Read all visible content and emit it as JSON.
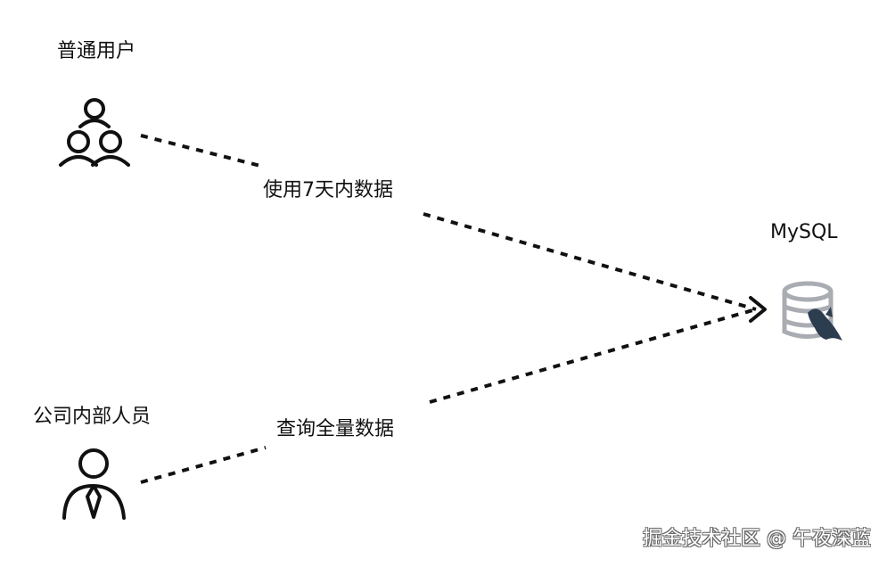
{
  "actors": {
    "regular_user": {
      "label": "普通用户",
      "icon": "group-users-icon"
    },
    "internal_staff": {
      "label": "公司内部人员",
      "icon": "employee-tie-icon"
    }
  },
  "edges": {
    "regular_to_db": {
      "label": "使用7天内数据"
    },
    "internal_to_db": {
      "label": "查询全量数据"
    }
  },
  "database": {
    "label": "MySQL",
    "icon": "mysql-database-icon"
  },
  "watermark": "掘金技术社区 @ 午夜深蓝",
  "colors": {
    "line": "#111111",
    "db_icon_gray": "#a9acb2",
    "db_dolphin": "#2d3d50"
  }
}
